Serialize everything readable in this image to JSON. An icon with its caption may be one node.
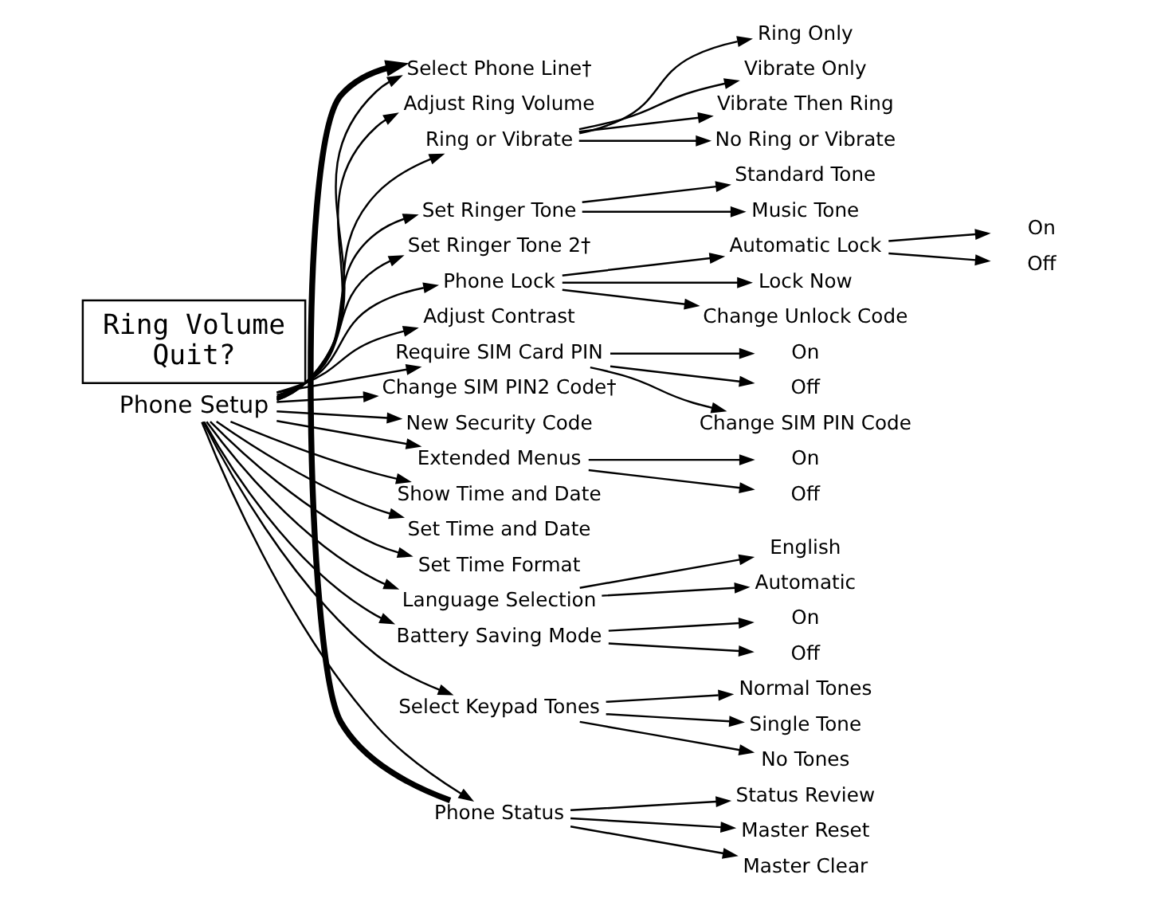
{
  "diagram": {
    "nodes": [
      {
        "text": [
          "Phone Setup"
        ]
      },
      {
        "text": [
          "Select Phone Line†"
        ]
      },
      {
        "text": [
          "Adjust Ring Volume"
        ]
      },
      {
        "text": [
          "Ring or Vibrate"
        ]
      },
      {
        "text": [
          "Ring Only"
        ]
      },
      {
        "text": [
          "Vibrate Only"
        ]
      },
      {
        "text": [
          "Vibrate Then Ring"
        ]
      },
      {
        "text": [
          "No Ring or Vibrate"
        ]
      },
      {
        "text": [
          "Set Ringer Tone"
        ]
      },
      {
        "text": [
          "Set Ringer Tone 2†"
        ]
      },
      {
        "text": [
          "Standard Tone"
        ]
      },
      {
        "text": [
          "Music Tone"
        ]
      },
      {
        "text": [
          "Phone Lock"
        ]
      },
      {
        "text": [
          "Adjust Contrast"
        ]
      },
      {
        "text": [
          "Automatic Lock"
        ]
      },
      {
        "text": [
          "Lock Now"
        ]
      },
      {
        "text": [
          "Change Unlock Code"
        ]
      },
      {
        "text": [
          "On"
        ]
      },
      {
        "text": [
          "Off"
        ]
      },
      {
        "text": [
          "Require SIM Card PIN"
        ]
      },
      {
        "text": [
          "Change SIM PIN2 Code†"
        ]
      },
      {
        "text": [
          "On"
        ]
      },
      {
        "text": [
          "Off"
        ]
      },
      {
        "text": [
          "Change SIM PIN Code"
        ]
      },
      {
        "text": [
          "New Security Code"
        ]
      },
      {
        "text": [
          "Extended Menus"
        ]
      },
      {
        "text": [
          "On"
        ]
      },
      {
        "text": [
          "Off"
        ]
      },
      {
        "text": [
          "Show Time and Date"
        ]
      },
      {
        "text": [
          "Set Time and Date"
        ]
      },
      {
        "text": [
          "Set Time Format"
        ]
      },
      {
        "text": [
          "Language Selection"
        ]
      },
      {
        "text": [
          "English"
        ]
      },
      {
        "text": [
          "Automatic"
        ]
      },
      {
        "text": [
          "Battery Saving Mode"
        ]
      },
      {
        "text": [
          "On"
        ]
      },
      {
        "text": [
          "Off"
        ]
      },
      {
        "text": [
          "Select Keypad Tones"
        ]
      },
      {
        "text": [
          "Normal Tones"
        ]
      },
      {
        "text": [
          "Single Tone"
        ]
      },
      {
        "text": [
          "No Tones"
        ]
      },
      {
        "text": [
          "Phone Status"
        ]
      },
      {
        "text": [
          "Status Review"
        ]
      },
      {
        "text": [
          "Master Reset"
        ]
      },
      {
        "text": [
          "Master Clear"
        ]
      },
      {
        "text": [
          "Ring Volume",
          "Quit?"
        ]
      }
    ],
    "edges": [
      {
        "from": 0,
        "to": 1,
        "arrow": "to"
      },
      {
        "from": 0,
        "to": 2,
        "arrow": "to"
      },
      {
        "from": 0,
        "to": 3,
        "arrow": "to"
      },
      {
        "from": 0,
        "to": 8,
        "arrow": "to"
      },
      {
        "from": 0,
        "to": 9,
        "arrow": "to"
      },
      {
        "from": 0,
        "to": 12,
        "arrow": "to"
      },
      {
        "from": 0,
        "to": 13,
        "arrow": "to"
      },
      {
        "from": 0,
        "to": 19,
        "arrow": "to"
      },
      {
        "from": 0,
        "to": 20,
        "arrow": "to"
      },
      {
        "from": 0,
        "to": 24,
        "arrow": "to"
      },
      {
        "from": 0,
        "to": 25,
        "arrow": "to"
      },
      {
        "from": 0,
        "to": 28,
        "arrow": "to"
      },
      {
        "from": 0,
        "to": 29,
        "arrow": "to"
      },
      {
        "from": 0,
        "to": 30,
        "arrow": "to"
      },
      {
        "from": 0,
        "to": 31,
        "arrow": "to"
      },
      {
        "from": 0,
        "to": 34,
        "arrow": "to"
      },
      {
        "from": 0,
        "to": 37,
        "arrow": "to"
      },
      {
        "from": 0,
        "to": 41,
        "arrow": "to"
      },
      {
        "from": 41,
        "to": 1,
        "arrow": "to",
        "style": "thick"
      },
      {
        "from": 3,
        "to": 4,
        "arrow": "to"
      },
      {
        "from": 3,
        "to": 5,
        "arrow": "to"
      },
      {
        "from": 3,
        "to": 6,
        "arrow": "to"
      },
      {
        "from": 3,
        "to": 7,
        "arrow": "to"
      },
      {
        "from": 8,
        "to": 10,
        "arrow": "to"
      },
      {
        "from": 8,
        "to": 11,
        "arrow": "to"
      },
      {
        "from": 12,
        "to": 14,
        "arrow": "to"
      },
      {
        "from": 12,
        "to": 15,
        "arrow": "to"
      },
      {
        "from": 12,
        "to": 16,
        "arrow": "to"
      },
      {
        "from": 14,
        "to": 17,
        "arrow": "to"
      },
      {
        "from": 14,
        "to": 18,
        "arrow": "to"
      },
      {
        "from": 19,
        "to": 21,
        "arrow": "to"
      },
      {
        "from": 19,
        "to": 22,
        "arrow": "to"
      },
      {
        "from": 19,
        "to": 23,
        "arrow": "to"
      },
      {
        "from": 25,
        "to": 26,
        "arrow": "to"
      },
      {
        "from": 25,
        "to": 27,
        "arrow": "to"
      },
      {
        "from": 31,
        "to": 32,
        "arrow": "to"
      },
      {
        "from": 31,
        "to": 33,
        "arrow": "to"
      },
      {
        "from": 34,
        "to": 35,
        "arrow": "to"
      },
      {
        "from": 34,
        "to": 36,
        "arrow": "to"
      },
      {
        "from": 37,
        "to": 38,
        "arrow": "to"
      },
      {
        "from": 37,
        "to": 39,
        "arrow": "to"
      },
      {
        "from": 37,
        "to": 40,
        "arrow": "to"
      },
      {
        "from": 41,
        "to": 42,
        "arrow": "to"
      },
      {
        "from": 41,
        "to": 43,
        "arrow": "to"
      },
      {
        "from": 41,
        "to": 44,
        "arrow": "to"
      }
    ]
  }
}
